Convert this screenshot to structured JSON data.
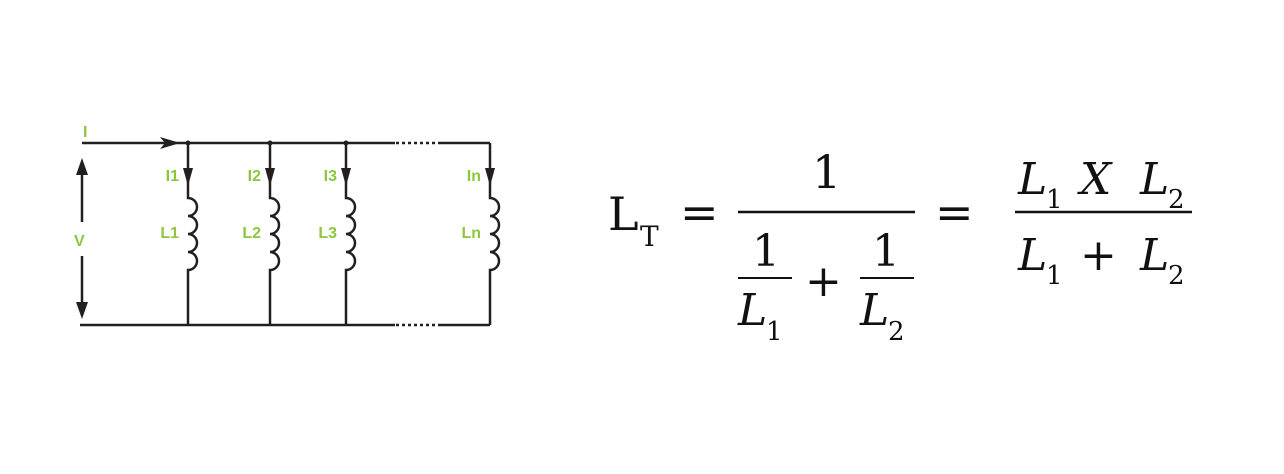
{
  "circuit": {
    "source_current": "I",
    "voltage": "V",
    "branches": [
      {
        "current": "I1",
        "inductor": "L1"
      },
      {
        "current": "I2",
        "inductor": "L2"
      },
      {
        "current": "I3",
        "inductor": "L3"
      },
      {
        "current": "In",
        "inductor": "Ln"
      }
    ],
    "label_color": "#8dc63f",
    "wire_color": "#231f20"
  },
  "formula": {
    "lhs": "L",
    "lhs_sub": "T",
    "eq": "=",
    "num1": "1",
    "term_num": "1",
    "term1_sym": "L",
    "term1_sub": "1",
    "plus": "+",
    "term2_sym": "L",
    "term2_sub": "2",
    "eq2": "=",
    "rhs_num_a": "L",
    "rhs_num_a_sub": "1",
    "rhs_times": "X",
    "rhs_num_b": "L",
    "rhs_num_b_sub": "2",
    "rhs_den_a": "L",
    "rhs_den_a_sub": "1",
    "rhs_plus": "+",
    "rhs_den_b": "L",
    "rhs_den_b_sub": "2"
  }
}
